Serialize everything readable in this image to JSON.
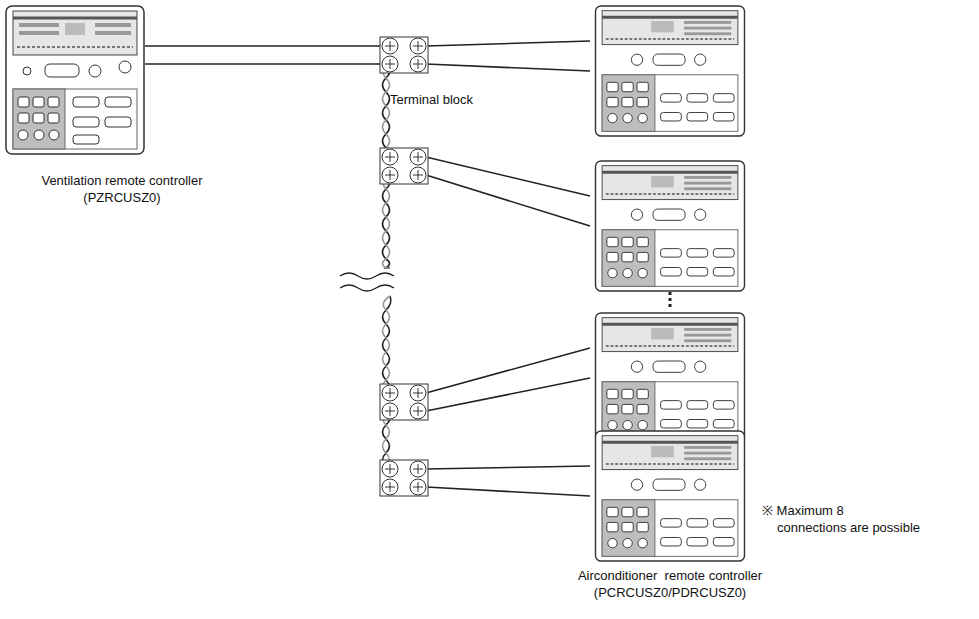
{
  "diagram": {
    "labels": [
      "Terminal block",
      "Ventilation remote controller",
      "(PZRCUSZ0)",
      "※ Maximum 8",
      "connections are possible",
      "Airconditioner  remote controller",
      "(PCRCUSZ0/PDRCUSZ0)"
    ]
  }
}
